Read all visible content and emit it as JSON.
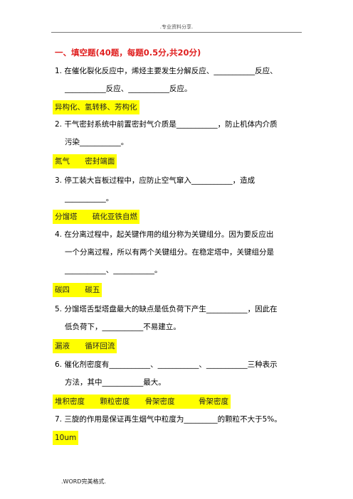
{
  "header": {
    "text": ".专业资料分享."
  },
  "section_title": "一、填空题(40题，每题0.5分,共20分)",
  "questions": [
    {
      "line1": "1. 在催化裂化反应中，烯烃主要发生分解反应、___________反应、",
      "line2": "___________反应、___________反应。",
      "answer": [
        "异构化、氢转移、芳构化"
      ]
    },
    {
      "line1": "2. 干气密封系统中前置密封气介质是___________，防止机体内介质",
      "line2": "污染___________。",
      "answer": [
        "氮气",
        "密封端面"
      ]
    },
    {
      "line1": "3. 停工装大盲板过程中，应防止空气窜入___________，造成",
      "line2": "___________。",
      "answer": [
        "分馏塔",
        "硫化亚铁自燃"
      ]
    },
    {
      "line1": "4. 在分离过程中，起关键作用的组分称为关键组分。因为要反应出",
      "line2": "一个分离过程，所以有两个关键组分。在稳定塔中，关键组分是",
      "line3": "___________、___________。",
      "answer": [
        "碳四",
        "碳五"
      ]
    },
    {
      "line1": "5. 分馏塔舌型塔盘最大的缺点是低负荷下产生___________，因此在",
      "line2": "低负荷下，___________不易建立。",
      "answer": [
        "漏液",
        "循环回流"
      ]
    },
    {
      "line1": "6. 催化剂密度有___________、___________、___________三种表示",
      "line2": "方法，其中___________最大。",
      "answer": [
        "堆积密度",
        "颗粒密度",
        "骨架密度",
        "骨架密度"
      ]
    },
    {
      "line1": "7. 三旋的作用是保证再生烟气中粒度为_________的颗粒不大于5%。",
      "answer": [
        "10um"
      ]
    }
  ],
  "footer": {
    "text": ".WORD完美格式."
  }
}
